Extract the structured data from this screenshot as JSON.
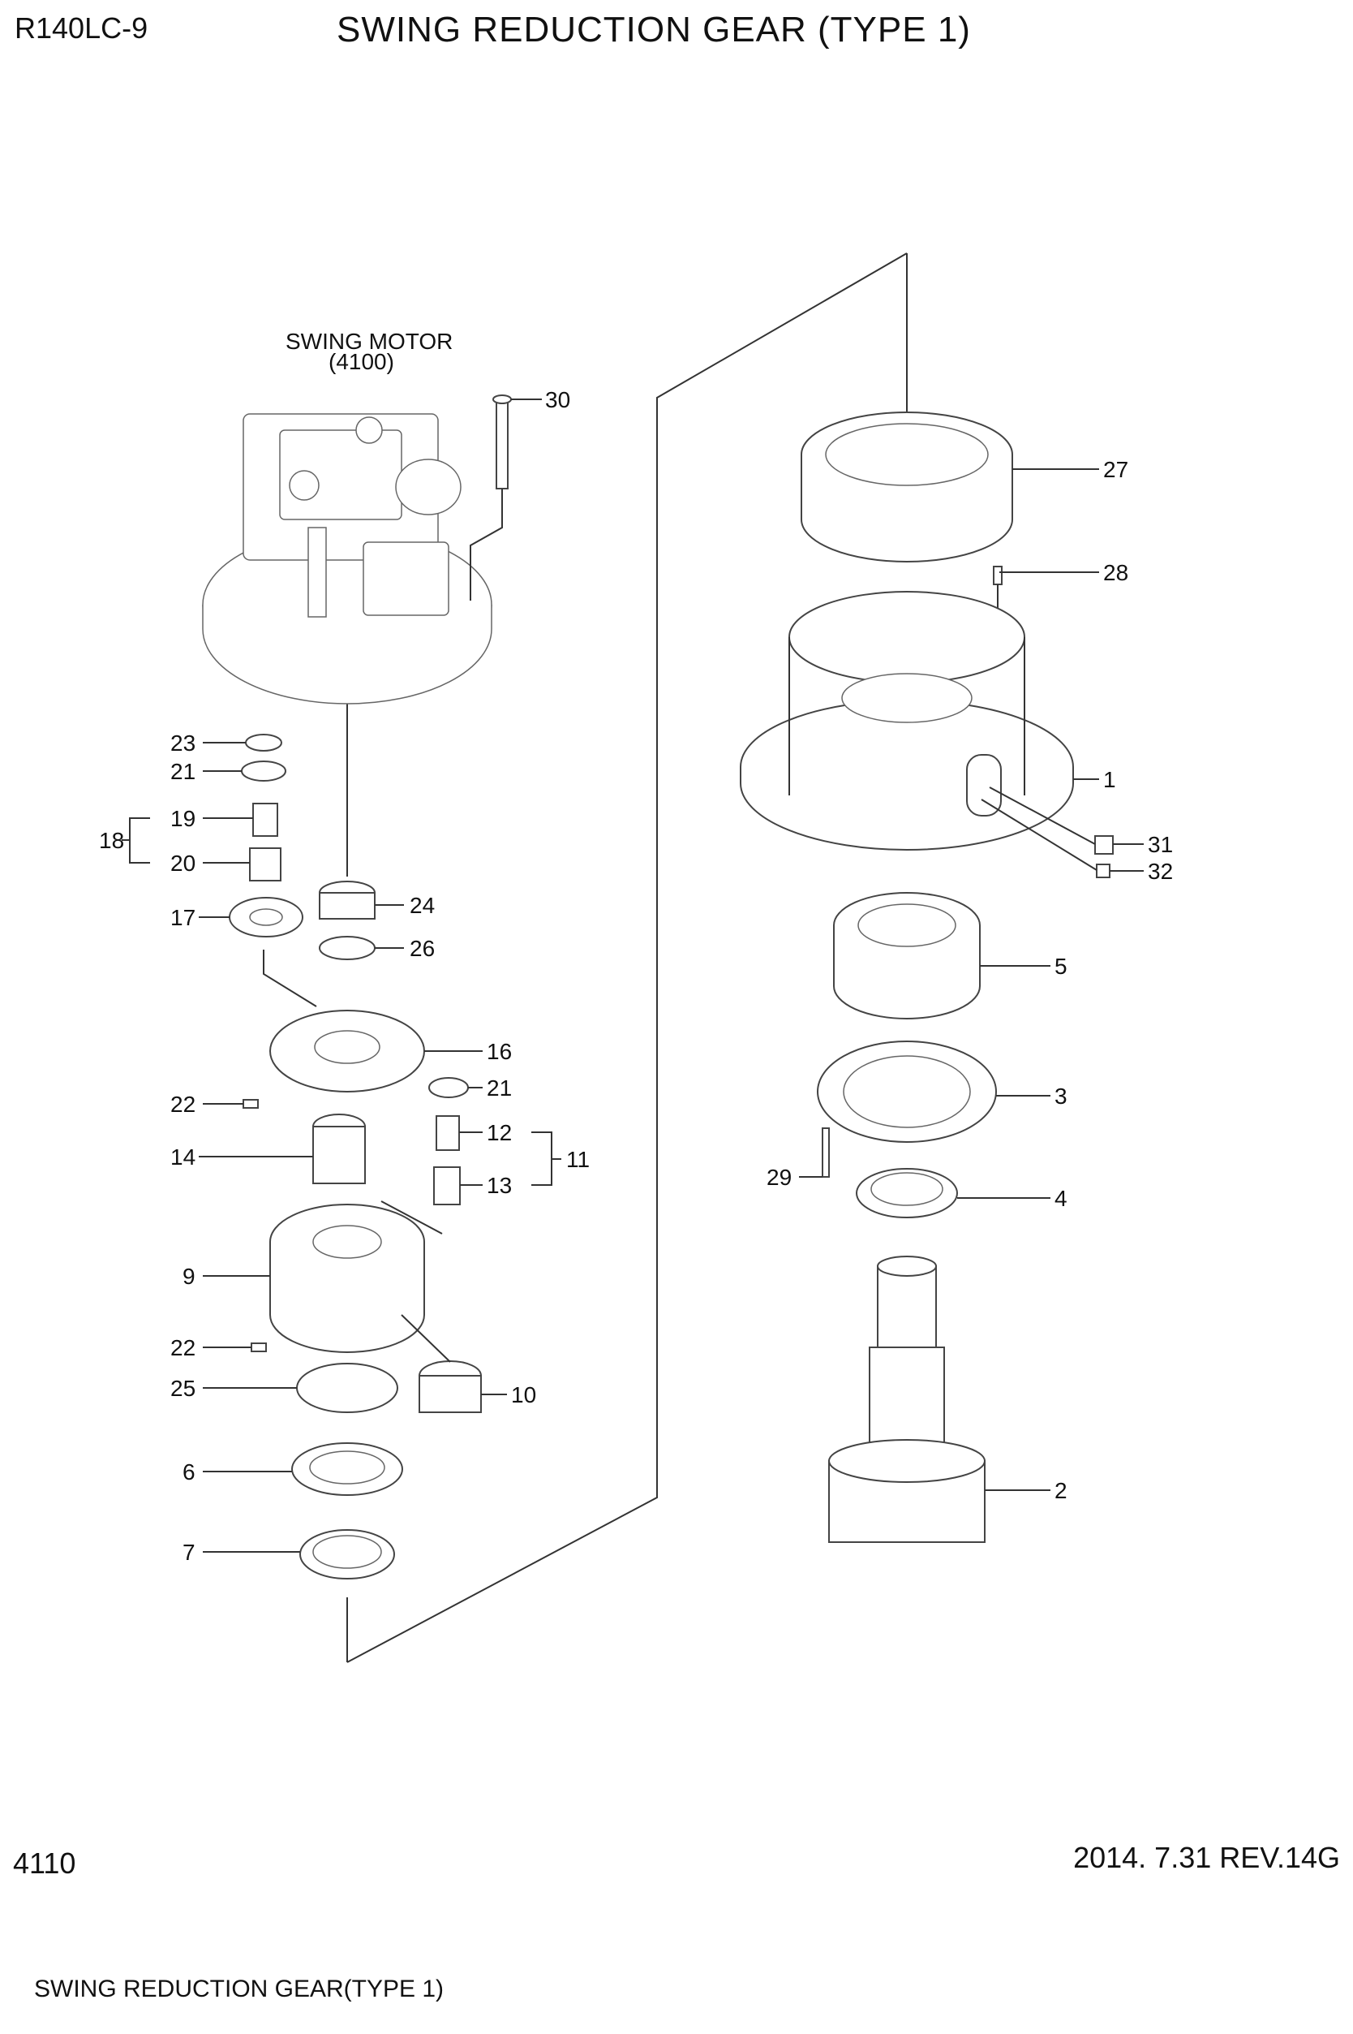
{
  "header": {
    "model": "R140LC-9",
    "title": "SWING REDUCTION GEAR (TYPE 1)"
  },
  "assembly": {
    "motor_label": "SWING MOTOR",
    "motor_ref": "(4100)"
  },
  "callouts": [
    {
      "id": "c30",
      "label": "30"
    },
    {
      "id": "c27",
      "label": "27"
    },
    {
      "id": "c28",
      "label": "28"
    },
    {
      "id": "c1",
      "label": "1"
    },
    {
      "id": "c31",
      "label": "31"
    },
    {
      "id": "c32",
      "label": "32"
    },
    {
      "id": "c5",
      "label": "5"
    },
    {
      "id": "c3",
      "label": "3"
    },
    {
      "id": "c29",
      "label": "29"
    },
    {
      "id": "c4",
      "label": "4"
    },
    {
      "id": "c2",
      "label": "2"
    },
    {
      "id": "c23",
      "label": "23"
    },
    {
      "id": "c21a",
      "label": "21"
    },
    {
      "id": "c18",
      "label": "18"
    },
    {
      "id": "c19",
      "label": "19"
    },
    {
      "id": "c20",
      "label": "20"
    },
    {
      "id": "c24",
      "label": "24"
    },
    {
      "id": "c17",
      "label": "17"
    },
    {
      "id": "c26",
      "label": "26"
    },
    {
      "id": "c16",
      "label": "16"
    },
    {
      "id": "c21b",
      "label": "21"
    },
    {
      "id": "c22a",
      "label": "22"
    },
    {
      "id": "c12",
      "label": "12"
    },
    {
      "id": "c11",
      "label": "11"
    },
    {
      "id": "c14",
      "label": "14"
    },
    {
      "id": "c13",
      "label": "13"
    },
    {
      "id": "c9",
      "label": "9"
    },
    {
      "id": "c22b",
      "label": "22"
    },
    {
      "id": "c25",
      "label": "25"
    },
    {
      "id": "c10",
      "label": "10"
    },
    {
      "id": "c6",
      "label": "6"
    },
    {
      "id": "c7",
      "label": "7"
    }
  ],
  "footer": {
    "page_number": "4110",
    "revision": "2014. 7.31  REV.14G",
    "caption": "SWING REDUCTION GEAR(TYPE 1)"
  }
}
